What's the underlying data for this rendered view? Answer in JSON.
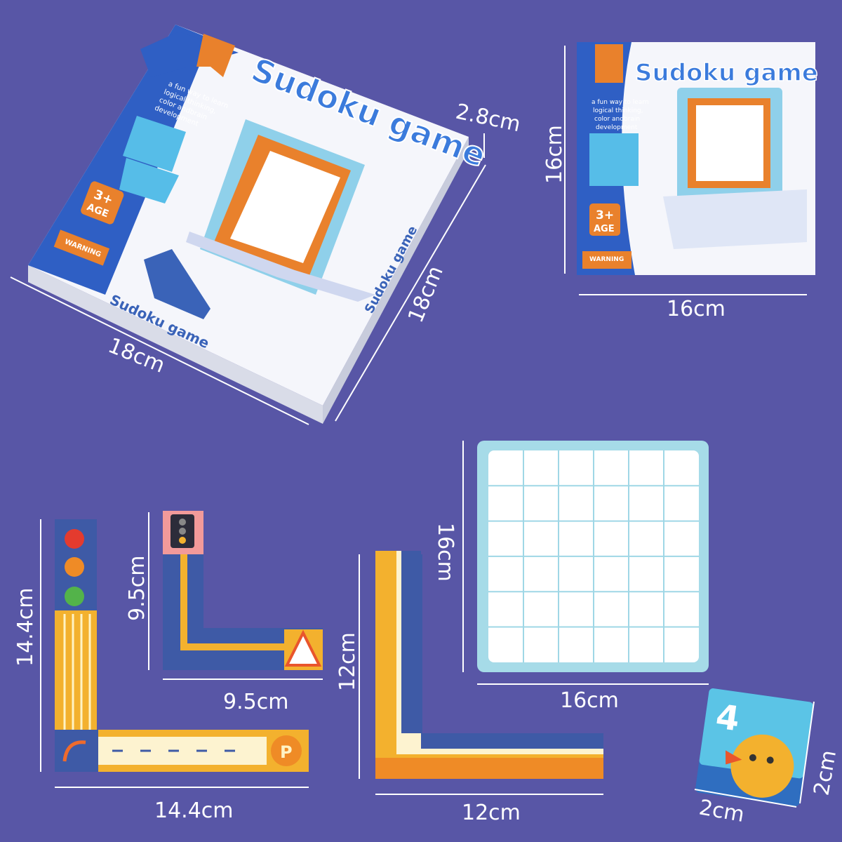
{
  "box": {
    "title": "Sudoku game",
    "tagline": [
      "a fun way to learn",
      "logical thinking,",
      "color andbrain",
      "development"
    ],
    "age_badge": [
      "3+",
      "AGE"
    ],
    "warning": "WARNING",
    "side_title": "Sudoku game",
    "side_edge_title": "Sudoku game"
  },
  "booklet": {
    "title": "Sudoku game",
    "tagline": [
      "a fun way to learn",
      "logical thinking,",
      "color andbrain",
      "development"
    ],
    "age_badge": [
      "3+",
      "AGE"
    ],
    "warning": "WARNING"
  },
  "dimensions": {
    "box_height": "2.8cm",
    "box_depth": "18cm",
    "box_width": "18cm",
    "booklet_height": "16cm",
    "booklet_width": "16cm",
    "traffic_piece_height": "14.4cm",
    "traffic_piece_width": "14.4cm",
    "small_piece_height": "9.5cm",
    "small_piece_width": "9.5cm",
    "orange_piece_height": "12cm",
    "orange_piece_width": "12cm",
    "board_height": "16cm",
    "board_width": "16cm",
    "card_height": "2cm",
    "card_width": "2cm"
  },
  "card": {
    "number": "4"
  },
  "parking_sign": "P",
  "colors": {
    "background": "#5856a6",
    "box_blue": "#2f5fc4",
    "orange": "#e9812c",
    "yellow": "#f3b12e",
    "board_blue": "#9fd7e6"
  }
}
